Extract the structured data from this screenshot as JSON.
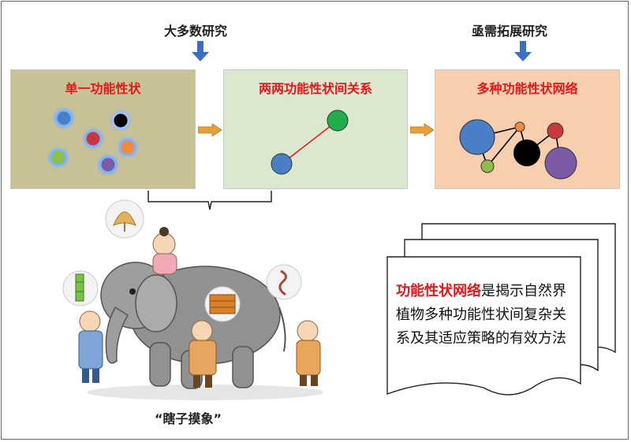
{
  "labels": {
    "most_research": "大多数研究",
    "urgent_research": "亟需拓展研究"
  },
  "panels": [
    {
      "title": "单一功能性状",
      "bg": "#c9c196"
    },
    {
      "title": "两两功能性状间关系",
      "bg": "#dbe8cf"
    },
    {
      "title": "多种功能性状网络",
      "bg": "#f7cfae"
    }
  ],
  "caption": "“瞎子摸象”",
  "doc": {
    "highlight": "功能性状网络",
    "rest": "是揭示自然界植物多种功能性状间复杂关系及其适应策略的有效方法"
  },
  "colors": {
    "accent_red": "#e8161b",
    "arrow_blue": "#3a6fc4",
    "arrow_orange": "#e8a03a",
    "node_blue": "#4a7fc7",
    "node_green": "#1fae4a",
    "node_red": "#c8393e",
    "node_orange": "#f08a3c",
    "node_lime": "#8cc04a",
    "node_purple": "#7d5aa6",
    "node_black": "#000000"
  },
  "icons": [
    "down-arrow-icon",
    "right-arrow-icon",
    "brace-icon",
    "elephant-illustration",
    "document-stack-icon"
  ]
}
